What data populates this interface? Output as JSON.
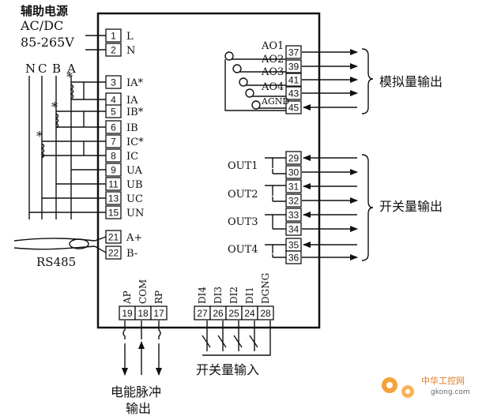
{
  "aux_power": {
    "title": "辅助电源",
    "type": "AC/DC",
    "range": "85-265V"
  },
  "phase_labels": [
    "N",
    "C",
    "B",
    "A"
  ],
  "left_terminals": [
    {
      "num": "1",
      "label": "L"
    },
    {
      "num": "2",
      "label": "N"
    },
    {
      "num": "3",
      "label": "IA*"
    },
    {
      "num": "4",
      "label": "IA"
    },
    {
      "num": "5",
      "label": "IB*"
    },
    {
      "num": "6",
      "label": "IB"
    },
    {
      "num": "7",
      "label": "IC*"
    },
    {
      "num": "8",
      "label": "IC"
    },
    {
      "num": "9",
      "label": "UA"
    },
    {
      "num": "11",
      "label": "UB"
    },
    {
      "num": "13",
      "label": "UC"
    },
    {
      "num": "15",
      "label": "UN"
    },
    {
      "num": "21",
      "label": "A+"
    },
    {
      "num": "22",
      "label": "B-"
    }
  ],
  "ct_marks": [
    "*",
    "*",
    "*"
  ],
  "rs485_label": "RS485",
  "analog_labels": [
    "AO1",
    "AO2",
    "AO3",
    "AO4",
    "AGND"
  ],
  "analog_terminals": [
    "37",
    "39",
    "41",
    "43",
    "45"
  ],
  "analog_output_title": "模拟量输出",
  "relay_labels": [
    "OUT1",
    "OUT2",
    "OUT3",
    "OUT4"
  ],
  "relay_terminals": [
    "29",
    "30",
    "31",
    "32",
    "33",
    "34",
    "35",
    "36"
  ],
  "switch_output_title": "开关量输出",
  "pulse_labels": [
    "AP",
    "COM",
    "RP"
  ],
  "pulse_terminals": [
    "19",
    "18",
    "17"
  ],
  "pulse_output_title_line1": "电能脉冲",
  "pulse_output_title_line2": "输出",
  "di_labels": [
    "DI4",
    "DI3",
    "DI2",
    "DI1",
    "DGNG"
  ],
  "di_terminals": [
    "27",
    "26",
    "25",
    "24",
    "28"
  ],
  "switch_input_title": "开关量输入",
  "watermark": {
    "cn": "中华工控网",
    "url": "gkong.com"
  }
}
